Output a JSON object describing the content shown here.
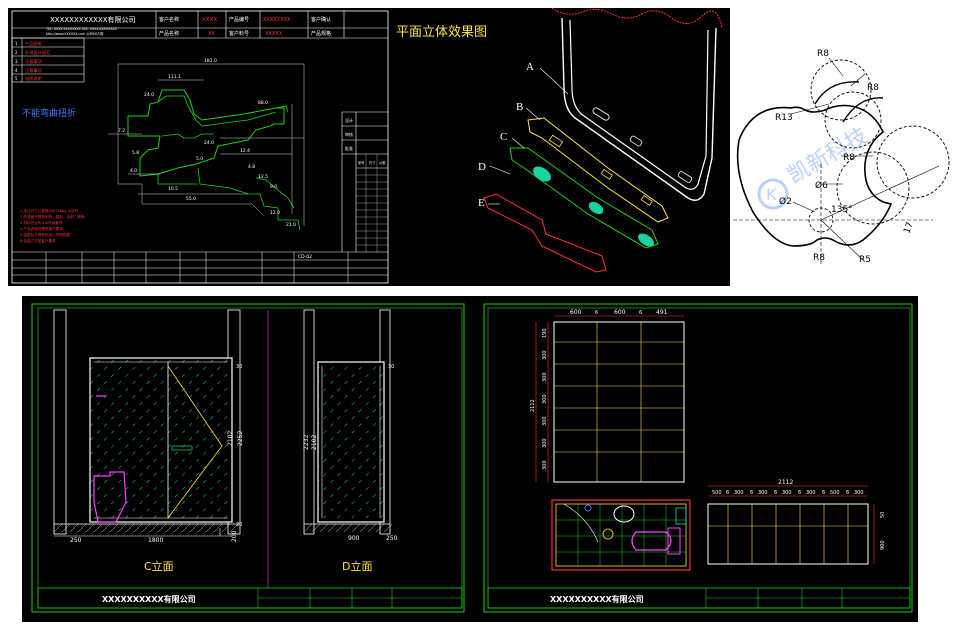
{
  "drawing1": {
    "company": "XXXXXXXXXXXX有限公司",
    "company_sub_lines": [
      "TEL: XXXX-XXXXXXXX  FAX: XXXX-XXXXXXXX",
      "http://www.XXXXXX.com  公司XX人物"
    ],
    "header_labels": [
      "客户名称",
      "XXXX",
      "产品编号",
      "XXXXXXXX",
      "客户确认",
      "产品名称",
      "XX",
      "客户料号",
      "XXXXX",
      "产品规格"
    ],
    "red_notes": [
      "产品图纸",
      "外观设计规范",
      "注意事项",
      "注意事项",
      "材质说明"
    ],
    "warning": "不能弯曲扭折",
    "notes": [
      "1.未注尺寸公差按GB/T1804-m执行",
      "2.外观面不得有划伤、缺料、毛刺、披锋",
      "3.材料符合ROHS环保要求",
      "4.产品表面处理按客户要求",
      "5.装配后不得有松动、异响现象",
      "6.包装方式按客户要求"
    ],
    "right_col_labels": [
      "设计",
      "审核",
      "批准"
    ],
    "table_headers": [
      "序号",
      "尺寸",
      "公差"
    ],
    "table_rows": 12,
    "drawing_no": "CD-02",
    "dims": [
      "181.0",
      "24.0",
      "111.1",
      "7.2",
      "5.8",
      "88.0",
      "4.0",
      "5.0",
      "24.0",
      "12.4",
      "4.8",
      "12.5",
      "55.0",
      "9.0",
      "12.0",
      "21.0",
      "10.5"
    ]
  },
  "drawing2": {
    "title": "平面立体效果图",
    "layer_labels": [
      "A",
      "B",
      "C",
      "D",
      "E"
    ]
  },
  "drawing3": {
    "dimension_labels": [
      "R8",
      "R8",
      "R13",
      "R8",
      "Ø6",
      "Ø2",
      "135°",
      "17",
      "R8",
      "R5"
    ],
    "watermark": "凯新科技"
  },
  "drawing4": {
    "left_labels": {
      "c_elevation": "C立面",
      "d_elevation": "D立面"
    },
    "left_dims": [
      "250",
      "1800",
      "200",
      "2102",
      "2252",
      "2232",
      "2102",
      "900",
      "250",
      "30",
      "30",
      "20"
    ],
    "right_top_dims": [
      "600",
      "6",
      "600",
      "6",
      "491"
    ],
    "right_side_dims": [
      "190",
      "300",
      "300",
      "300",
      "300",
      "300",
      "300",
      "2112"
    ],
    "right_bottom_dims": [
      "500",
      "6",
      "300",
      "6",
      "300",
      "6",
      "300",
      "6",
      "300",
      "6",
      "500",
      "6",
      "300"
    ],
    "right_bottom_total": "2112",
    "right_bottom_side": [
      "900",
      "50"
    ],
    "title_block": "XXXXXXXXXX有限公司"
  }
}
